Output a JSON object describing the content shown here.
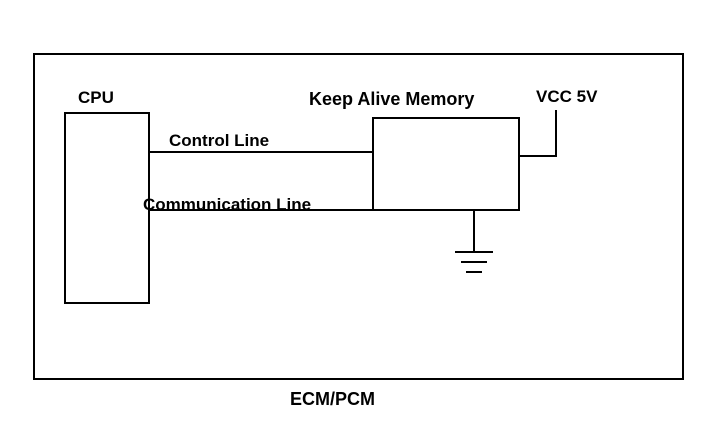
{
  "diagram": {
    "title_label": "ECM/PCM",
    "blocks": [
      {
        "name": "cpu",
        "label": "CPU"
      },
      {
        "name": "keep-alive-memory",
        "label": "Keep Alive Memory"
      }
    ],
    "labels": {
      "cpu": "CPU",
      "keep_alive_memory": "Keep Alive Memory",
      "vcc": "VCC 5V",
      "control_line": "Control Line",
      "communication_line": "Communication Line",
      "enclosure": "ECM/PCM"
    },
    "colors": {
      "line": "#000000",
      "background": "#ffffff",
      "text": "#000000"
    }
  }
}
